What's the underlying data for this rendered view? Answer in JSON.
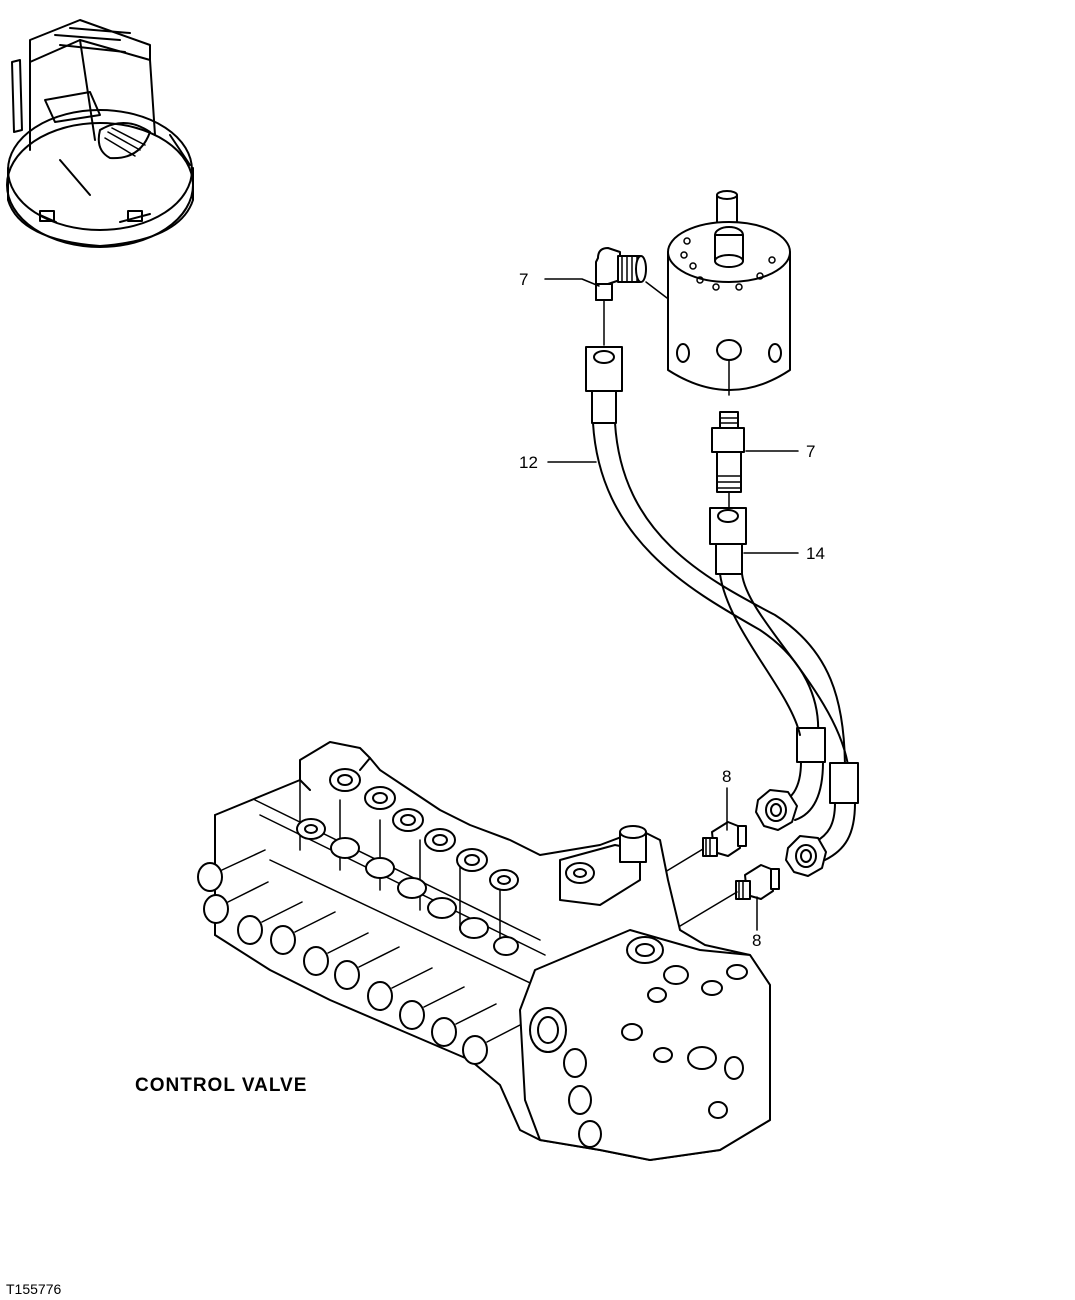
{
  "callouts": {
    "c7a": "7",
    "c7b": "7",
    "c12": "12",
    "c14": "14",
    "c8a": "8",
    "c8b": "8"
  },
  "caption": "CONTROL  VALVE",
  "figure_code": "T155776"
}
